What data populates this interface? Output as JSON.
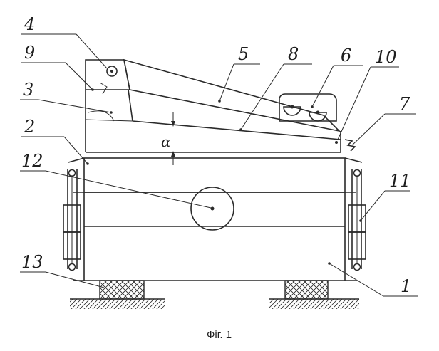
{
  "figure": {
    "caption": "Фіг. 1",
    "angle_symbol": "α",
    "labels": {
      "l1": "1",
      "l2": "2",
      "l3": "3",
      "l4": "4",
      "l5": "5",
      "l6": "6",
      "l7": "7",
      "l8": "8",
      "l9": "9",
      "l10": "10",
      "l11": "11",
      "l12": "12",
      "l13": "13"
    }
  }
}
